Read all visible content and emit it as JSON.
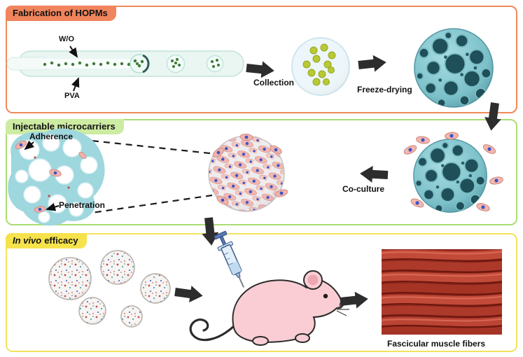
{
  "figure": {
    "type": "graphical-abstract",
    "panels": {
      "fabrication": {
        "title": "Fabrication of HOPMs",
        "wo_label": "W/O",
        "pva_label": "PVA",
        "collection_label": "Collection",
        "freeze_drying_label": "Freeze-drying"
      },
      "injectable": {
        "title": "Injectable microcarriers",
        "adherence_label": "Adherence",
        "penetration_label": "Penetration",
        "co_culture_label": "Co-culture"
      },
      "in_vivo": {
        "title_italic": "In vivo",
        "title_rest": "efficacy",
        "fibers_label": "Fascicular muscle fibers"
      }
    },
    "colors": {
      "fabrication_border": "#ef8a58",
      "fabrication_title_bg": "#f0845c",
      "injectable_border": "#a9dd74",
      "injectable_title_bg": "#cdeba2",
      "in_vivo_border": "#f2e25e",
      "in_vivo_title_bg": "#f6e24b",
      "microsphere_teal": "#84c7cf",
      "pore_dark_teal": "#1f4f59",
      "cell_pink": "#f2b5ae",
      "nucleus_blue": "#3b55c4",
      "droplet_green": "#3f7a36",
      "collection_ball_green": "#b9c934",
      "muscle_red": "#bd4437",
      "mouse_pink": "#f9cdd3"
    }
  }
}
